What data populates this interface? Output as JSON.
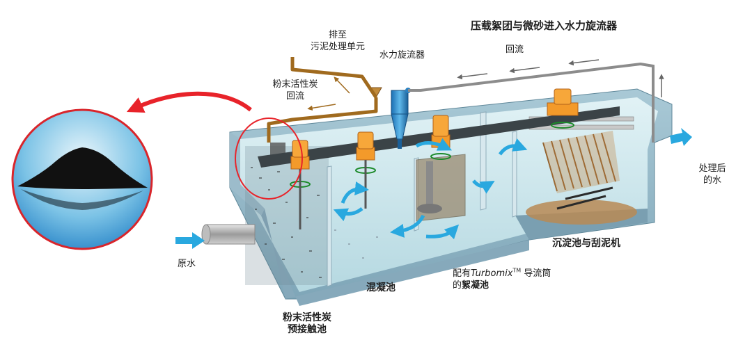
{
  "title": "压载絮团与微砂进入水力旋流器",
  "labels": {
    "recycle": "回流",
    "hydrocyclone": "水力旋流器",
    "sludge_line1": "排至",
    "sludge_line2": "污泥处理单元",
    "pac_return_line1": "粉末活性炭",
    "pac_return_line2": "回流",
    "treated_line1": "处理后",
    "treated_line2": "的水",
    "settling": "沉淀池与刮泥机",
    "raw_water": "原水",
    "flocc_prefix": "配有",
    "flocc_brand": "Turbomix",
    "flocc_tm": "TM",
    "flocc_suffix": " 导流筒",
    "flocc_line2_a": "的",
    "flocc_line2_b": "絮凝池",
    "coag": "混凝池",
    "pac_tank_line1": "粉末活性炭",
    "pac_tank_line2": "预接触池"
  },
  "colors": {
    "arrow_blue": "#29a8df",
    "highlight_red": "#e8232a",
    "pipe_brown": "#a06a1e",
    "motor_orange": "#f39a2a",
    "water": "#cfe9ee",
    "bridge": "#3b4347"
  }
}
